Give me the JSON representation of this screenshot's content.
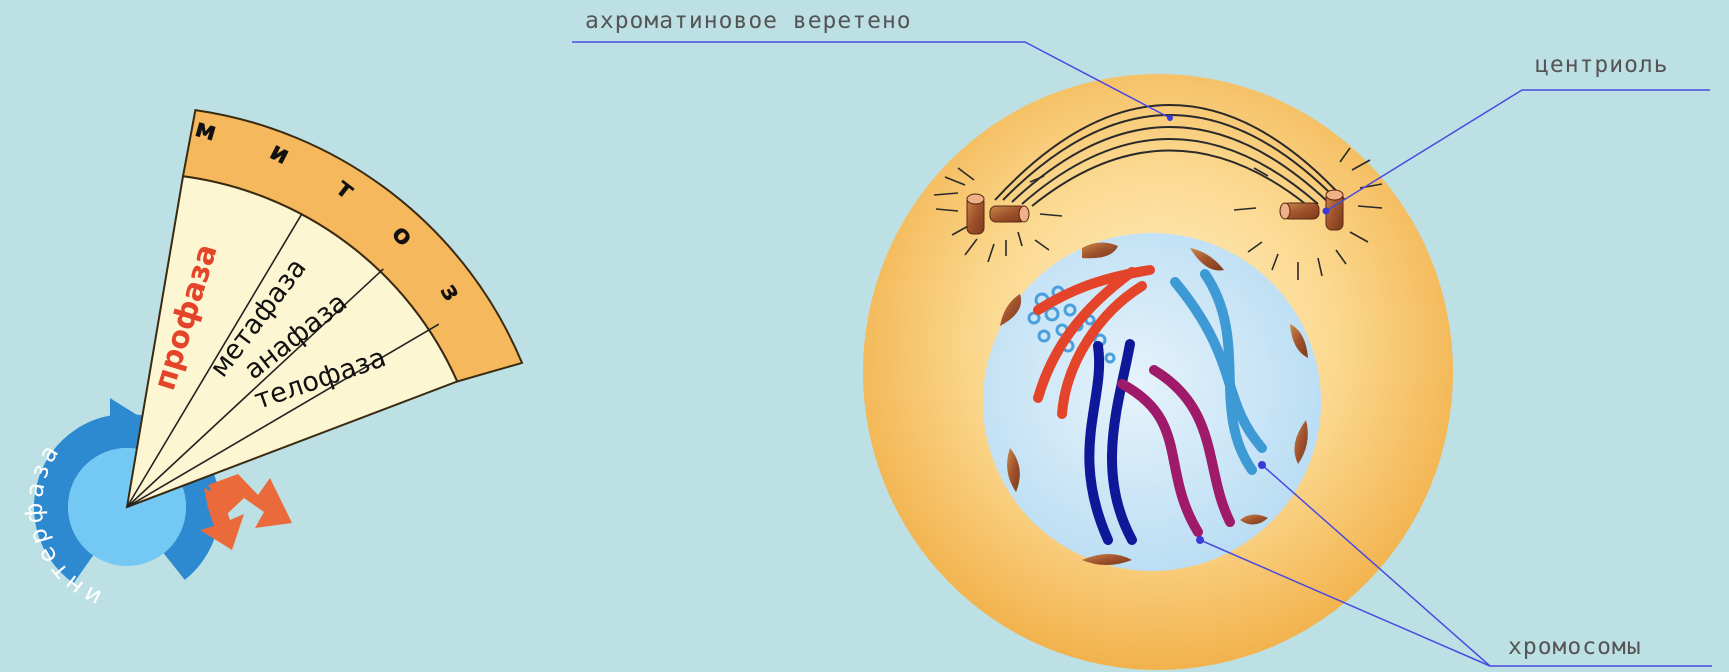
{
  "cycle": {
    "mitosis_label": "митоз",
    "phases": [
      {
        "label": "профаза",
        "highlighted": true
      },
      {
        "label": "метафаза",
        "highlighted": false
      },
      {
        "label": "анафаза",
        "highlighted": false
      },
      {
        "label": "телофаза",
        "highlighted": false
      }
    ],
    "interphase_label": "интерфаза"
  },
  "labels": {
    "spindle": "ахроматиновое веретено",
    "centriole": "центриоль",
    "chromosomes": "хромосомы"
  },
  "colors": {
    "background": "#bde0e4",
    "mitosis_band": "#f6b85c",
    "sector": "#fdf6d2",
    "highlight_text": "#e4442a",
    "interphase_arrow": "#2d8ad0",
    "interphase_inner": "#74c8f4",
    "exit_arrows": "#ea6a3c",
    "cytoplasm": "#f8c46a",
    "nucleus": "#cfe8f8",
    "leader_line": "#4a4ae0"
  },
  "icons": [
    "cell-cycle-diagram",
    "centriole-icon",
    "chromosome-icon"
  ]
}
